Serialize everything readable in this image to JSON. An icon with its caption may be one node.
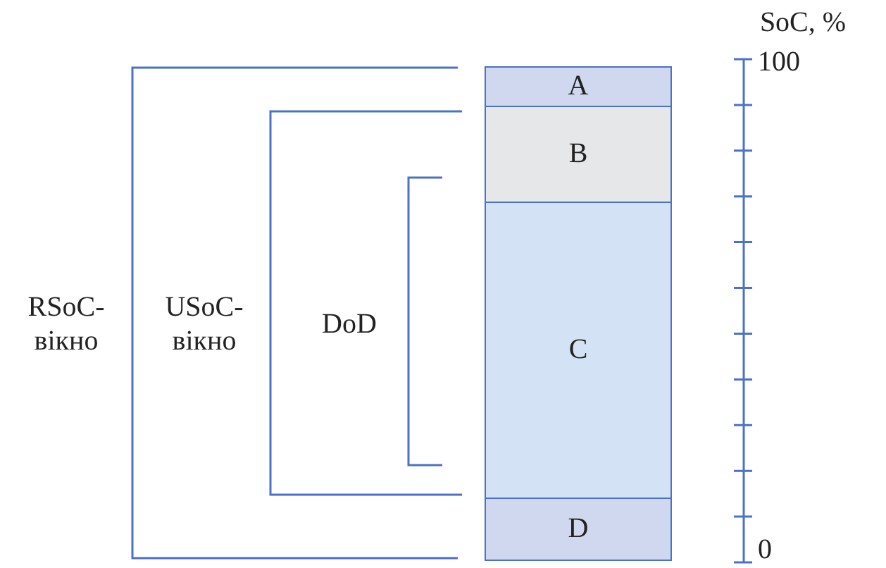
{
  "diagram": {
    "nodes": [
      {
        "text": [
          "A"
        ]
      },
      {
        "text": [
          "B"
        ]
      },
      {
        "text": [
          "C"
        ]
      },
      {
        "text": [
          "D"
        ]
      }
    ],
    "labels": [
      "SoC, %",
      "100",
      "RSoC- вікно",
      "USoC- вікно",
      "DoD",
      "0"
    ]
  }
}
